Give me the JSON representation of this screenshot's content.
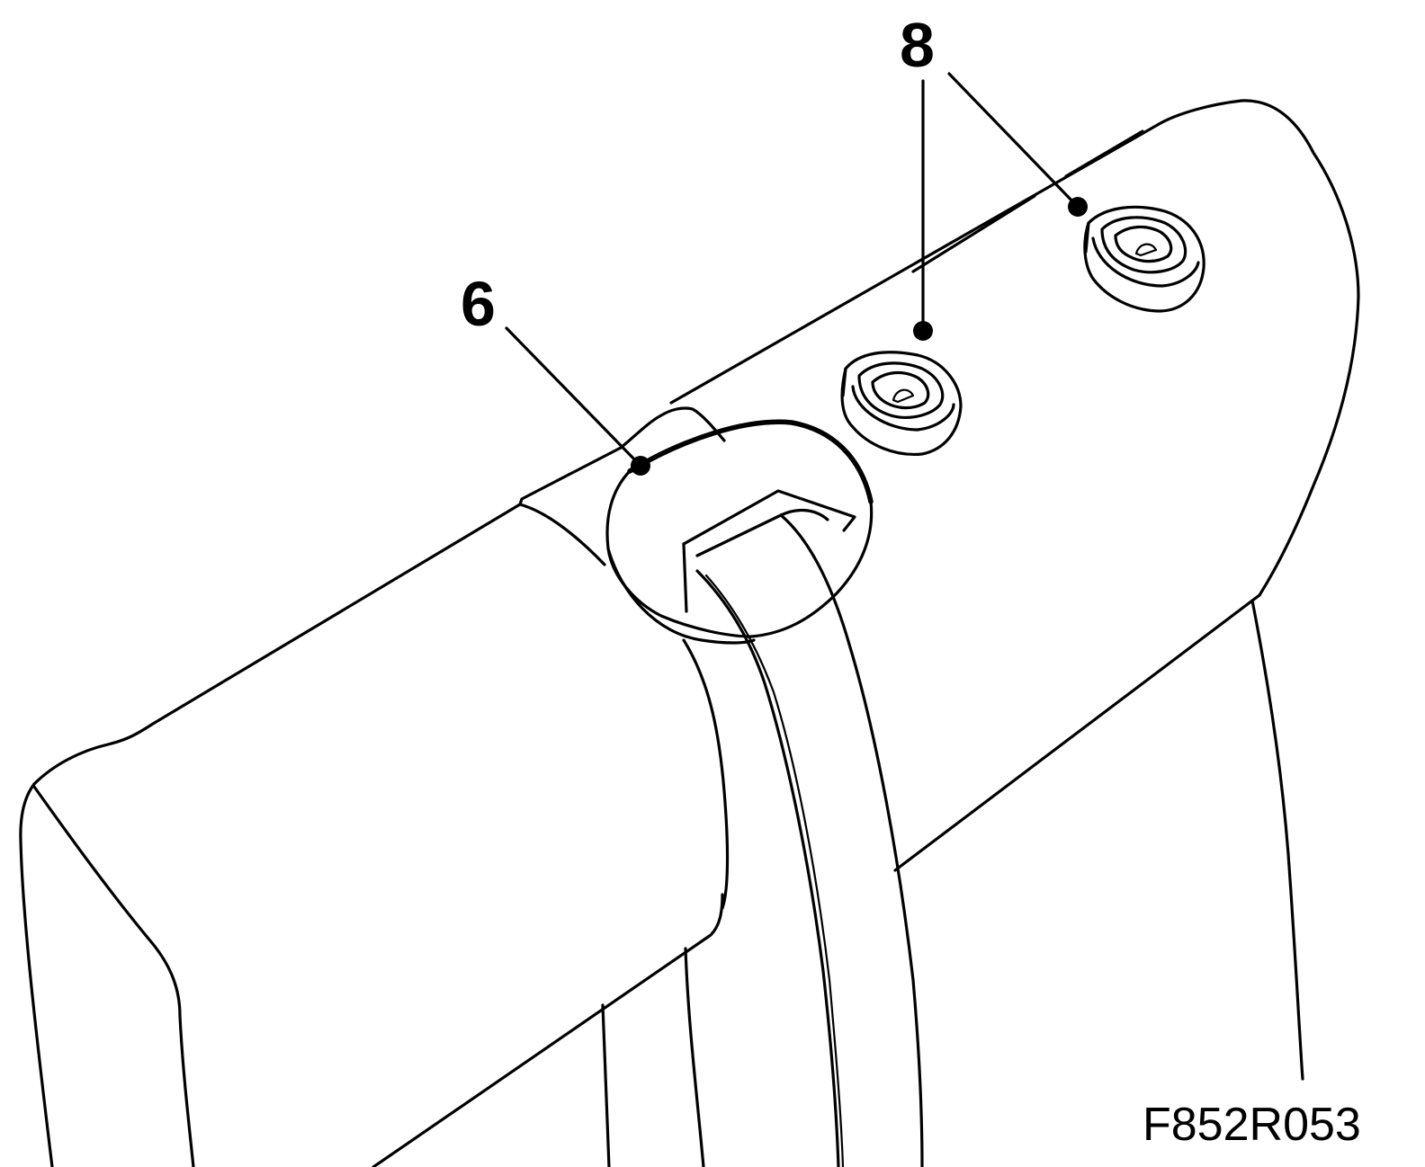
{
  "callouts": [
    {
      "id": "6",
      "label": "6"
    },
    {
      "id": "8",
      "label": "8"
    }
  ],
  "figure_code": "F852R053",
  "colors": {
    "stroke": "#000000",
    "background": "#ffffff"
  }
}
